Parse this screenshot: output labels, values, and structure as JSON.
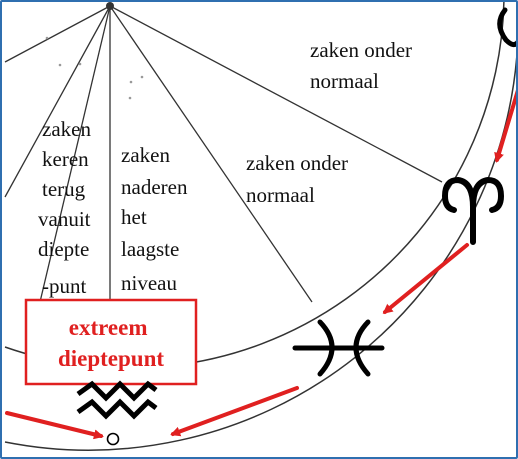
{
  "colors": {
    "lines": "#333333",
    "text": "#111111",
    "accent": "#e02020",
    "frame": "#2f6fb0",
    "glyphs": "#000000"
  },
  "segments": {
    "seg1": [
      "zaken",
      "keren",
      "terug",
      "vanuit",
      "diepte",
      "-punt"
    ],
    "seg2": [
      "zaken",
      "naderen",
      "het",
      "laagste",
      "niveau"
    ],
    "seg3": [
      "zaken onder",
      "normaal"
    ],
    "seg4": [
      "zaken onder",
      "normaal"
    ]
  },
  "highlight": {
    "line1": "extreem",
    "line2": "dieptepunt"
  },
  "icons": [
    "aries-symbol-icon",
    "pisces-symbol-icon",
    "aquarius-symbol-icon",
    "starting-point-icon"
  ]
}
